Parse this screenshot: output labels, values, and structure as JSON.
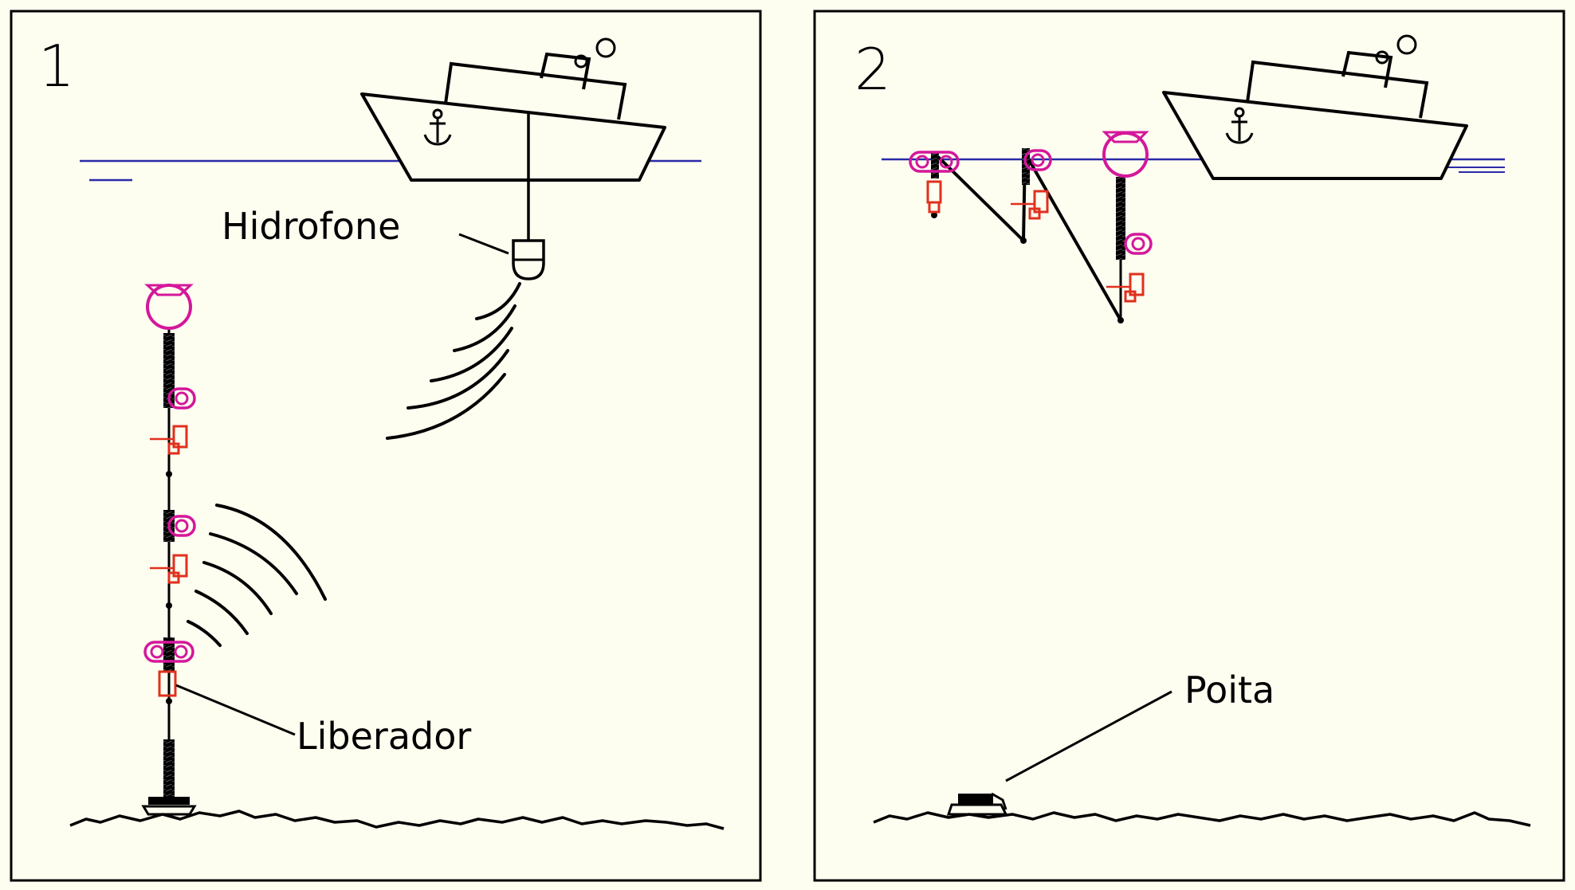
{
  "panels": [
    {
      "number": "1",
      "labels": {
        "hydrophone": "Hidrofone",
        "release": "Liberador"
      }
    },
    {
      "number": "2",
      "labels": {
        "anchor_weight": "Poita"
      }
    }
  ],
  "colors": {
    "background": "#fdfdf0",
    "ink": "#000000",
    "water_line": "#2a2aa8",
    "float": "#d4179b",
    "instrument": "#e0301e"
  },
  "icons": [
    "anchor-icon",
    "ship-icon",
    "buoy-icon",
    "float-icon",
    "acoustic-release-icon",
    "hydrophone-icon",
    "acoustic-wave-icon"
  ]
}
